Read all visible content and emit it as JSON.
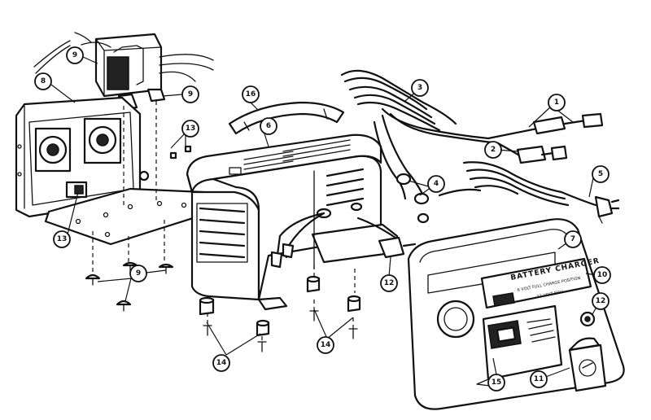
{
  "panel_label": "BATTERY CHARGER",
  "panel_sublabels": [
    "6 VOLT FULL CHARGE POSITION",
    "12 VOLT FULL"
  ],
  "callouts": [
    {
      "id": "c1",
      "text": "1"
    },
    {
      "id": "c2",
      "text": "2"
    },
    {
      "id": "c3",
      "text": "3"
    },
    {
      "id": "c4",
      "text": "4"
    },
    {
      "id": "c5",
      "text": "5"
    },
    {
      "id": "c6",
      "text": "6"
    },
    {
      "id": "c7",
      "text": "7"
    },
    {
      "id": "c8",
      "text": "8"
    },
    {
      "id": "c9a",
      "text": "9"
    },
    {
      "id": "c9b",
      "text": "9"
    },
    {
      "id": "c9c",
      "text": "9"
    },
    {
      "id": "c10",
      "text": "10"
    },
    {
      "id": "c11",
      "text": "11"
    },
    {
      "id": "c12a",
      "text": "12"
    },
    {
      "id": "c12b",
      "text": "12"
    },
    {
      "id": "c13a",
      "text": "13"
    },
    {
      "id": "c13b",
      "text": "13"
    },
    {
      "id": "c14a",
      "text": "14"
    },
    {
      "id": "c14b",
      "text": "14"
    },
    {
      "id": "c15",
      "text": "15"
    },
    {
      "id": "c16",
      "text": "16"
    }
  ]
}
